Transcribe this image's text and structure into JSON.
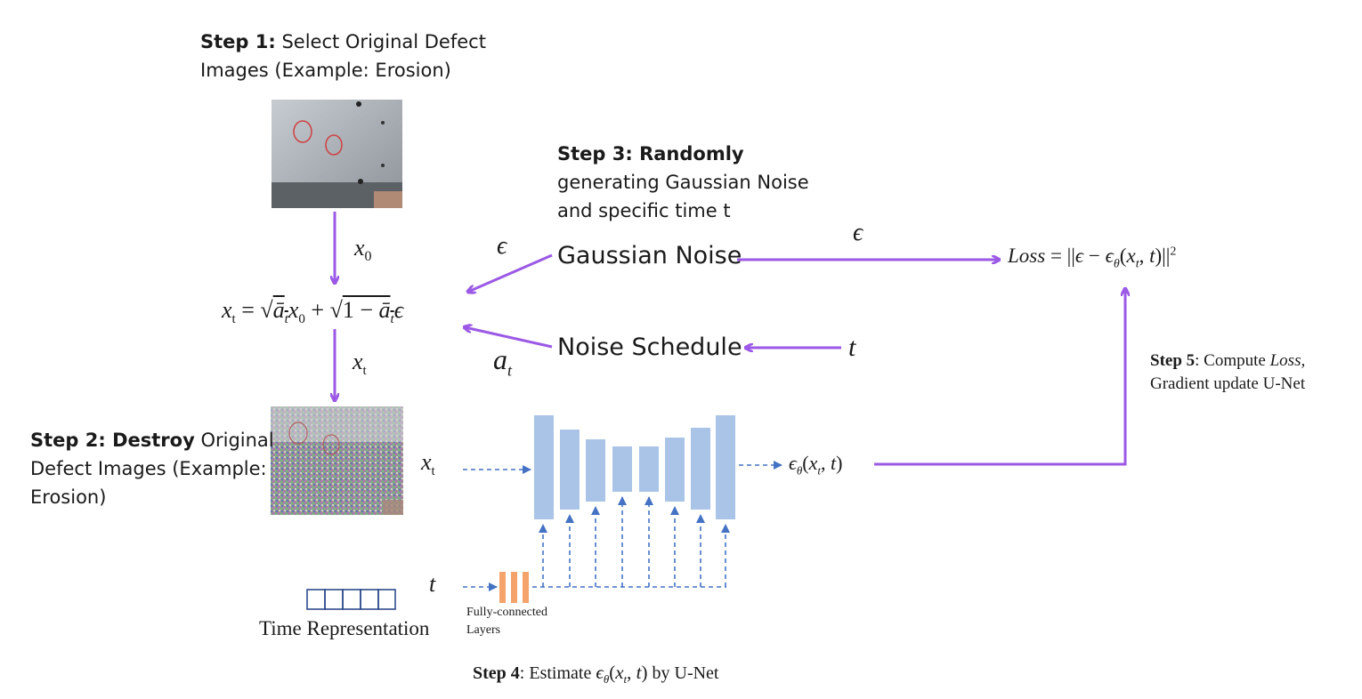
{
  "step1": {
    "bold": "Step 1:",
    "line1_rest": " Select Original Defect",
    "line2": "Images (Example: Erosion)"
  },
  "step2": {
    "bold": "Step 2: Destroy",
    "line1_rest": " Original",
    "line2": "Defect Images (Example:",
    "line3": "Erosion)"
  },
  "step3": {
    "bold": "Step 3: Randomly",
    "line2": "generating Gaussian Noise",
    "line3": "and specific time t"
  },
  "step4": {
    "bold": "Step 4",
    "text_a": ": Estimate ",
    "text_b": " by U-Net"
  },
  "step5": {
    "bold": "Step 5",
    "text_a": ": Compute ",
    "loss_word": "Loss,",
    "line2": "Gradient update U-Net"
  },
  "labels": {
    "x0": "x",
    "x0_sub": "0",
    "xt": "x",
    "xt_sub": "t",
    "epsilon": "ϵ",
    "alpha_t": "a",
    "alpha_t_sub": "t",
    "t": "t",
    "gaussian_noise": "Gaussian Noise",
    "noise_schedule": "Noise Schedule",
    "time_representation": "Time Representation",
    "fully_connected_1": "Fully-connected",
    "fully_connected_2": "Layers"
  },
  "formulas": {
    "forward": "x_t = √(ā_t) x_0 + √(1 − ā_t) ϵ",
    "loss": "Loss = ||ϵ − ϵ_θ(x_t, t)||²",
    "eps_theta": "ϵ_θ(x_t, t)"
  },
  "colors": {
    "arrow": "#9b59e6",
    "unet_block": "#a9c4e6",
    "dashed": "#4472c4",
    "fc_layer": "#f4a36b",
    "time_box": "#2e4a8c"
  }
}
